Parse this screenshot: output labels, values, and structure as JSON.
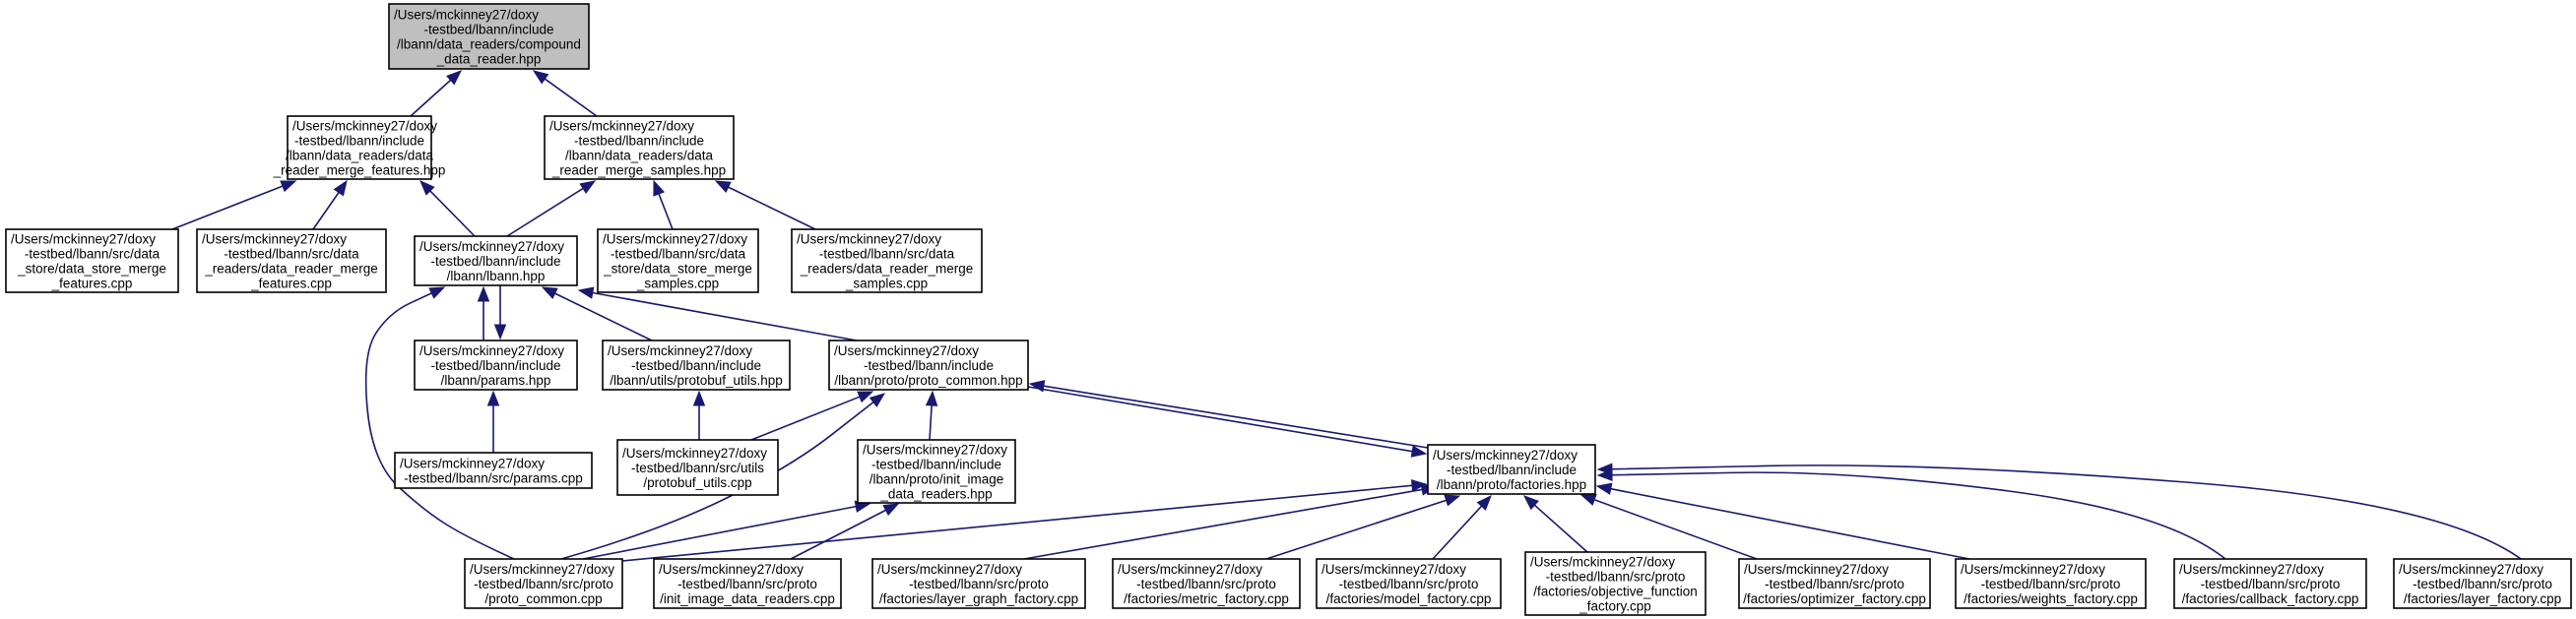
{
  "colors": {
    "edge": "#191970",
    "node_fill": "#ffffff",
    "root_fill": "#bfbfbf",
    "node_border": "#000000"
  },
  "nodes": [
    {
      "id": "root",
      "lines": [
        "/Users/mckinney27/doxy",
        "-testbed/lbann/include",
        "/lbann/data_readers/compound",
        "_data_reader.hpp"
      ]
    },
    {
      "id": "merge_features_hpp",
      "lines": [
        "/Users/mckinney27/doxy",
        "-testbed/lbann/include",
        "/lbann/data_readers/data",
        "_reader_merge_features.hpp"
      ]
    },
    {
      "id": "merge_samples_hpp",
      "lines": [
        "/Users/mckinney27/doxy",
        "-testbed/lbann/include",
        "/lbann/data_readers/data",
        "_reader_merge_samples.hpp"
      ]
    },
    {
      "id": "ds_merge_features_cpp",
      "lines": [
        "/Users/mckinney27/doxy",
        "-testbed/lbann/src/data",
        "_store/data_store_merge",
        "_features.cpp"
      ]
    },
    {
      "id": "dr_merge_features_cpp",
      "lines": [
        "/Users/mckinney27/doxy",
        "-testbed/lbann/src/data",
        "_readers/data_reader_merge",
        "_features.cpp"
      ]
    },
    {
      "id": "lbann_hpp",
      "lines": [
        "/Users/mckinney27/doxy",
        "-testbed/lbann/include",
        "/lbann/lbann.hpp"
      ]
    },
    {
      "id": "ds_merge_samples_cpp",
      "lines": [
        "/Users/mckinney27/doxy",
        "-testbed/lbann/src/data",
        "_store/data_store_merge",
        "_samples.cpp"
      ]
    },
    {
      "id": "dr_merge_samples_cpp",
      "lines": [
        "/Users/mckinney27/doxy",
        "-testbed/lbann/src/data",
        "_readers/data_reader_merge",
        "_samples.cpp"
      ]
    },
    {
      "id": "params_hpp",
      "lines": [
        "/Users/mckinney27/doxy",
        "-testbed/lbann/include",
        "/lbann/params.hpp"
      ]
    },
    {
      "id": "protobuf_utils_hpp",
      "lines": [
        "/Users/mckinney27/doxy",
        "-testbed/lbann/include",
        "/lbann/utils/protobuf_utils.hpp"
      ]
    },
    {
      "id": "proto_common_hpp",
      "lines": [
        "/Users/mckinney27/doxy",
        "-testbed/lbann/include",
        "/lbann/proto/proto_common.hpp"
      ]
    },
    {
      "id": "params_cpp",
      "lines": [
        "/Users/mckinney27/doxy",
        "-testbed/lbann/src/params.cpp"
      ]
    },
    {
      "id": "protobuf_utils_cpp",
      "lines": [
        "/Users/mckinney27/doxy",
        "-testbed/lbann/src/utils",
        "/protobuf_utils.cpp"
      ]
    },
    {
      "id": "init_image_hpp",
      "lines": [
        "/Users/mckinney27/doxy",
        "-testbed/lbann/include",
        "/lbann/proto/init_image",
        "_data_readers.hpp"
      ]
    },
    {
      "id": "factories_hpp",
      "lines": [
        "/Users/mckinney27/doxy",
        "-testbed/lbann/include",
        "/lbann/proto/factories.hpp"
      ]
    },
    {
      "id": "proto_common_cpp",
      "lines": [
        "/Users/mckinney27/doxy",
        "-testbed/lbann/src/proto",
        "/proto_common.cpp"
      ]
    },
    {
      "id": "init_image_cpp",
      "lines": [
        "/Users/mckinney27/doxy",
        "-testbed/lbann/src/proto",
        "/init_image_data_readers.cpp"
      ]
    },
    {
      "id": "layer_graph_factory_cpp",
      "lines": [
        "/Users/mckinney27/doxy",
        "-testbed/lbann/src/proto",
        "/factories/layer_graph_factory.cpp"
      ]
    },
    {
      "id": "metric_factory_cpp",
      "lines": [
        "/Users/mckinney27/doxy",
        "-testbed/lbann/src/proto",
        "/factories/metric_factory.cpp"
      ]
    },
    {
      "id": "model_factory_cpp",
      "lines": [
        "/Users/mckinney27/doxy",
        "-testbed/lbann/src/proto",
        "/factories/model_factory.cpp"
      ]
    },
    {
      "id": "objective_function_factory_cpp",
      "lines": [
        "/Users/mckinney27/doxy",
        "-testbed/lbann/src/proto",
        "/factories/objective_function",
        "_factory.cpp"
      ]
    },
    {
      "id": "optimizer_factory_cpp",
      "lines": [
        "/Users/mckinney27/doxy",
        "-testbed/lbann/src/proto",
        "/factories/optimizer_factory.cpp"
      ]
    },
    {
      "id": "weights_factory_cpp",
      "lines": [
        "/Users/mckinney27/doxy",
        "-testbed/lbann/src/proto",
        "/factories/weights_factory.cpp"
      ]
    },
    {
      "id": "callback_factory_cpp",
      "lines": [
        "/Users/mckinney27/doxy",
        "-testbed/lbann/src/proto",
        "/factories/callback_factory.cpp"
      ]
    },
    {
      "id": "layer_factory_cpp",
      "lines": [
        "/Users/mckinney27/doxy",
        "-testbed/lbann/src/proto",
        "/factories/layer_factory.cpp"
      ]
    }
  ],
  "edges": [
    {
      "from": "merge_features_hpp",
      "to": "root"
    },
    {
      "from": "merge_samples_hpp",
      "to": "root"
    },
    {
      "from": "ds_merge_features_cpp",
      "to": "merge_features_hpp"
    },
    {
      "from": "dr_merge_features_cpp",
      "to": "merge_features_hpp"
    },
    {
      "from": "lbann_hpp",
      "to": "merge_features_hpp"
    },
    {
      "from": "lbann_hpp",
      "to": "merge_samples_hpp"
    },
    {
      "from": "ds_merge_samples_cpp",
      "to": "merge_samples_hpp"
    },
    {
      "from": "dr_merge_samples_cpp",
      "to": "merge_samples_hpp"
    },
    {
      "from": "params_hpp",
      "to": "lbann_hpp"
    },
    {
      "from": "lbann_hpp",
      "to": "params_hpp"
    },
    {
      "from": "protobuf_utils_hpp",
      "to": "lbann_hpp"
    },
    {
      "from": "proto_common_hpp",
      "to": "lbann_hpp"
    },
    {
      "from": "proto_common_cpp",
      "to": "lbann_hpp"
    },
    {
      "from": "params_cpp",
      "to": "params_hpp"
    },
    {
      "from": "protobuf_utils_cpp",
      "to": "protobuf_utils_hpp"
    },
    {
      "from": "protobuf_utils_cpp",
      "to": "proto_common_hpp"
    },
    {
      "from": "init_image_hpp",
      "to": "proto_common_hpp"
    },
    {
      "from": "proto_common_cpp",
      "to": "proto_common_hpp"
    },
    {
      "from": "factories_hpp",
      "to": "proto_common_hpp"
    },
    {
      "from": "proto_common_hpp",
      "to": "factories_hpp"
    },
    {
      "from": "proto_common_cpp",
      "to": "init_image_hpp"
    },
    {
      "from": "init_image_cpp",
      "to": "init_image_hpp"
    },
    {
      "from": "proto_common_cpp",
      "to": "factories_hpp"
    },
    {
      "from": "layer_graph_factory_cpp",
      "to": "factories_hpp"
    },
    {
      "from": "metric_factory_cpp",
      "to": "factories_hpp"
    },
    {
      "from": "model_factory_cpp",
      "to": "factories_hpp"
    },
    {
      "from": "objective_function_factory_cpp",
      "to": "factories_hpp"
    },
    {
      "from": "optimizer_factory_cpp",
      "to": "factories_hpp"
    },
    {
      "from": "weights_factory_cpp",
      "to": "factories_hpp"
    },
    {
      "from": "callback_factory_cpp",
      "to": "factories_hpp"
    },
    {
      "from": "layer_factory_cpp",
      "to": "factories_hpp"
    }
  ]
}
